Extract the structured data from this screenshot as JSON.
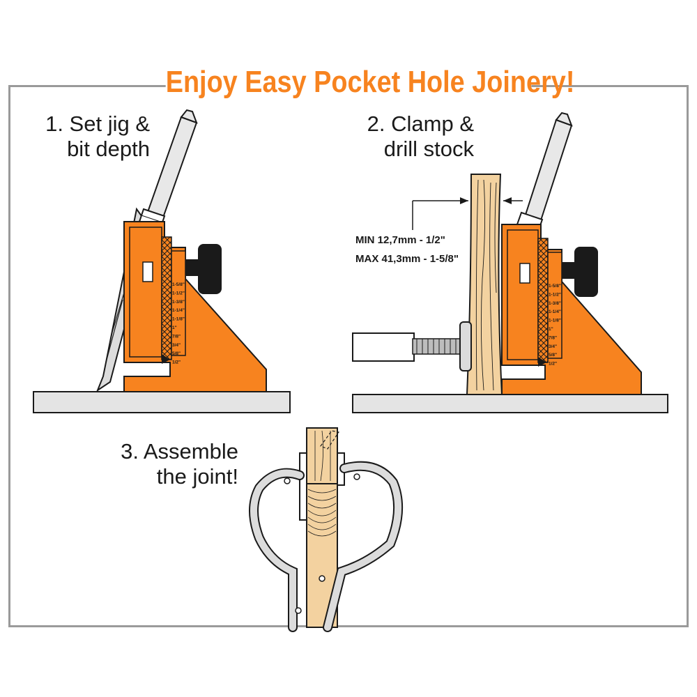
{
  "title": "Enjoy Easy Pocket Hole Joinery!",
  "steps": [
    {
      "label": "1. Set jig &\n  bit depth"
    },
    {
      "label": "2. Clamp &\n drill stock"
    },
    {
      "label": "3. Assemble\n   the joint!"
    }
  ],
  "dimensions": {
    "min": "MIN 12,7mm - 1/2\"",
    "max": "MAX 41,3mm - 1-5/8\""
  },
  "scale_marks": [
    "1-5/8\"",
    "1-1/2\"",
    "1-3/8\"",
    "1-1/4\"",
    "1-1/8\"",
    "1\"",
    "7/8\"",
    "3/4\"",
    "5/8\"",
    "1/2\""
  ],
  "colors": {
    "accent": "#f7831f",
    "jig_fill": "#f7831f",
    "wood": "#f3d2a0",
    "outline": "#1a1a1a",
    "frame": "#9a9a9a",
    "base": "#e4e4e4"
  }
}
